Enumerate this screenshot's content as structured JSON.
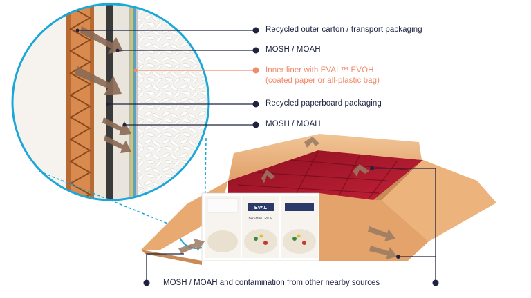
{
  "callouts": [
    {
      "id": "outer_carton",
      "text": "Recycled outer carton / transport packaging"
    },
    {
      "id": "mosh_1",
      "text": "MOSH / MOAH"
    },
    {
      "id": "inner_liner",
      "line1": "Inner liner with EVAL™ EVOH",
      "line2": "(coated paper or all-plastic bag)"
    },
    {
      "id": "paperboard",
      "text": "Recycled paperboard packaging"
    },
    {
      "id": "mosh_2",
      "text": "MOSH / MOAH"
    }
  ],
  "bottom_callout": "MOSH / MOAH and contamination from other nearby sources",
  "product": {
    "brand": "EVAL",
    "pack_text": "BASMATI RICE"
  },
  "colors": {
    "navy": "#1e2340",
    "accent": "#f08a6a",
    "zoom_circle": "#1aa8d8",
    "cardboard": "#e8b07a",
    "cardboard_dark": "#c98b55",
    "red_inner": "#a4162a"
  }
}
